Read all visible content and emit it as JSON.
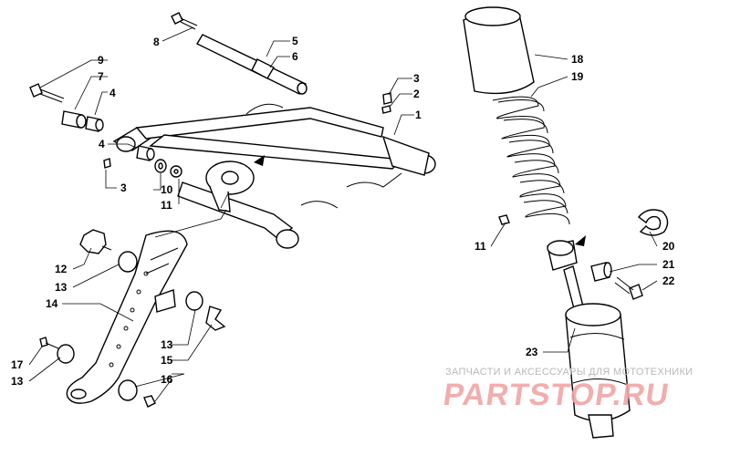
{
  "callouts": {
    "c1": "1",
    "c2": "2",
    "c3a": "3",
    "c3b": "3",
    "c4a": "4",
    "c4b": "4",
    "c5": "5",
    "c6": "6",
    "c7": "7",
    "c8": "8",
    "c9": "9",
    "c10": "10",
    "c11a": "11",
    "c11b": "11",
    "c12": "12",
    "c13a": "13",
    "c13b": "13",
    "c13c": "13",
    "c14": "14",
    "c15": "15",
    "c16": "16",
    "c17": "17",
    "c18": "18",
    "c19": "19",
    "c20": "20",
    "c21": "21",
    "c22": "22",
    "c23": "23"
  },
  "watermark": {
    "line1": "ЗАПЧАСТИ И АКСЕССУАРЫ ДЛЯ МОТОТЕХНИКИ",
    "line2": "PARTSTOP.RU"
  },
  "colors": {
    "line": "#000000",
    "watermark_text": "#b9b9b9",
    "watermark_logo": "#f0a6a6"
  }
}
